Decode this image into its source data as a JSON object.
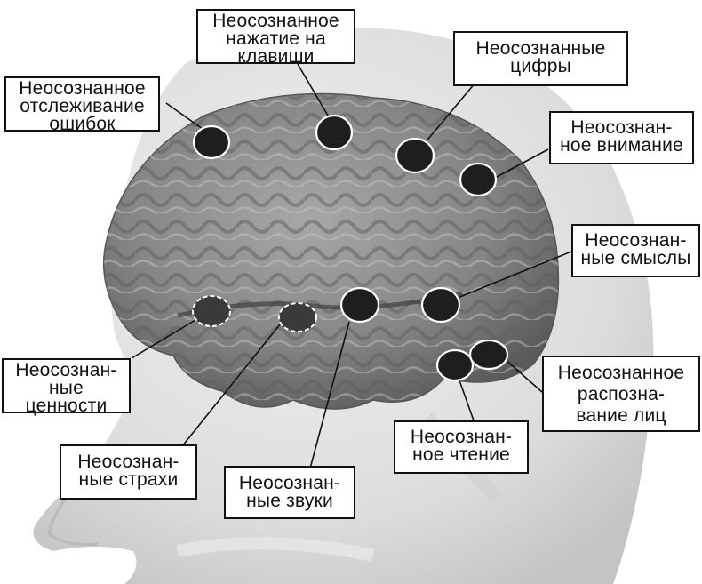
{
  "figure": {
    "subject": "brain inside translucent head with regions of unconscious processing",
    "colors": {
      "background": "#ffffff",
      "head": "#d9d9d9",
      "brain": "#8a8a8a",
      "region_fill": "#1e1e1e",
      "region_outline": "#ffffff",
      "label_border": "#111111"
    }
  },
  "labels": [
    {
      "id": "error-monitoring",
      "text": "Неосознанное\nотслеживание\nошибок",
      "region_style": "solid"
    },
    {
      "id": "key-press",
      "text": "Неосознанное\nнажатие на\nклавиши",
      "region_style": "solid"
    },
    {
      "id": "digits",
      "text": "Неосознанные\nцифры",
      "region_style": "solid"
    },
    {
      "id": "attention",
      "text": "Неосознан-\nное внимание",
      "region_style": "solid"
    },
    {
      "id": "meanings",
      "text": "Неосознан-\nные смыслы",
      "region_style": "solid"
    },
    {
      "id": "values",
      "text": "Неосознан-\nные\nценности",
      "region_style": "dashed"
    },
    {
      "id": "face-recognition",
      "text": "Неосознанное\nраспозна-\nвание лиц",
      "region_style": "solid"
    },
    {
      "id": "reading",
      "text": "Неосознан-\nное чтение",
      "region_style": "solid"
    },
    {
      "id": "fears",
      "text": "Неосознан-\nные страхи",
      "region_style": "dashed"
    },
    {
      "id": "sounds",
      "text": "Неосознан-\nные звуки",
      "region_style": "solid"
    }
  ]
}
